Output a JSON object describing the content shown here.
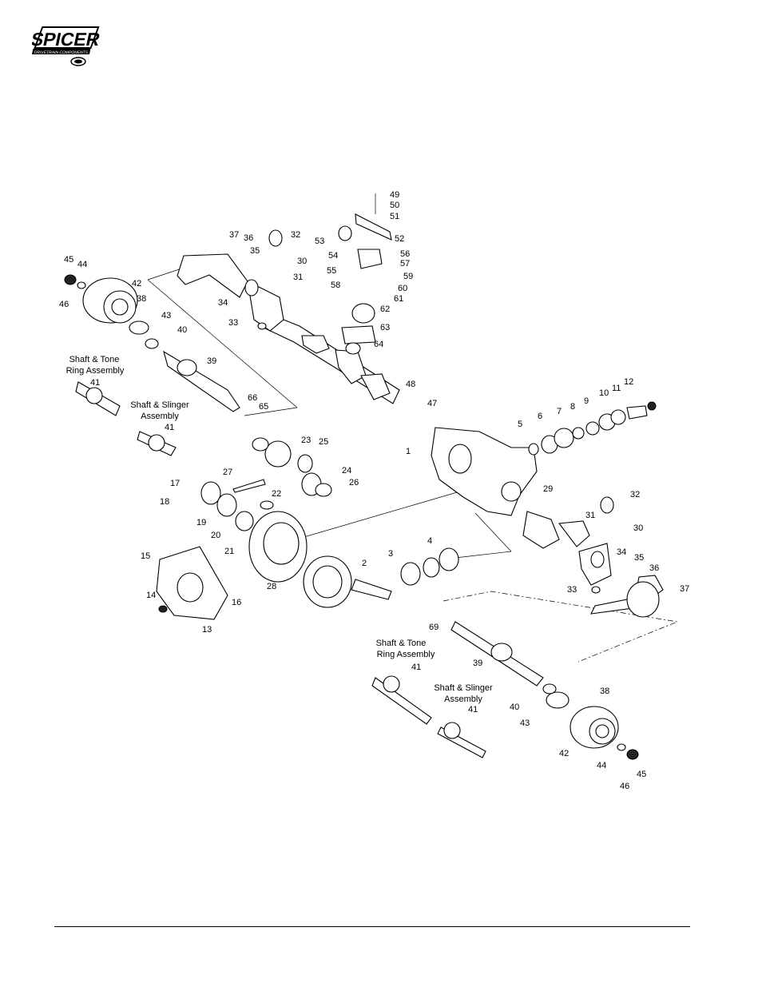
{
  "brand": {
    "name": "SPICER",
    "tagline": "DRIVETRAIN COMPONENTS",
    "lettering_is_logo": true
  },
  "diagram": {
    "callouts": [
      {
        "id": "c49",
        "text": "49"
      },
      {
        "id": "c50",
        "text": "50"
      },
      {
        "id": "c51",
        "text": "51"
      },
      {
        "id": "c52",
        "text": "52"
      },
      {
        "id": "c53",
        "text": "53"
      },
      {
        "id": "c54",
        "text": "54"
      },
      {
        "id": "c55",
        "text": "55"
      },
      {
        "id": "c56",
        "text": "56"
      },
      {
        "id": "c57",
        "text": "57"
      },
      {
        "id": "c58",
        "text": "58"
      },
      {
        "id": "c59",
        "text": "59"
      },
      {
        "id": "c60",
        "text": "60"
      },
      {
        "id": "c61",
        "text": "61"
      },
      {
        "id": "c62",
        "text": "62"
      },
      {
        "id": "c63",
        "text": "63"
      },
      {
        "id": "c64",
        "text": "64"
      },
      {
        "id": "c37a",
        "text": "37"
      },
      {
        "id": "c36a",
        "text": "36"
      },
      {
        "id": "c32a",
        "text": "32"
      },
      {
        "id": "c35a",
        "text": "35"
      },
      {
        "id": "c30a",
        "text": "30"
      },
      {
        "id": "c31a",
        "text": "31"
      },
      {
        "id": "c34a",
        "text": "34"
      },
      {
        "id": "c33a",
        "text": "33"
      },
      {
        "id": "c45a",
        "text": "45"
      },
      {
        "id": "c44a",
        "text": "44"
      },
      {
        "id": "c46a",
        "text": "46"
      },
      {
        "id": "c42a",
        "text": "42"
      },
      {
        "id": "c38a",
        "text": "38"
      },
      {
        "id": "c43a",
        "text": "43"
      },
      {
        "id": "c40a",
        "text": "40"
      },
      {
        "id": "c39a",
        "text": "39"
      },
      {
        "id": "c41a",
        "text": "41"
      },
      {
        "id": "c41b",
        "text": "41"
      },
      {
        "id": "c66",
        "text": "66"
      },
      {
        "id": "c65",
        "text": "65"
      },
      {
        "id": "c48",
        "text": "48"
      },
      {
        "id": "c47",
        "text": "47"
      },
      {
        "id": "c1",
        "text": "1"
      },
      {
        "id": "c12",
        "text": "12"
      },
      {
        "id": "c11",
        "text": "11"
      },
      {
        "id": "c10",
        "text": "10"
      },
      {
        "id": "c9",
        "text": "9"
      },
      {
        "id": "c8",
        "text": "8"
      },
      {
        "id": "c7",
        "text": "7"
      },
      {
        "id": "c6",
        "text": "6"
      },
      {
        "id": "c5",
        "text": "5"
      },
      {
        "id": "c23",
        "text": "23"
      },
      {
        "id": "c25",
        "text": "25"
      },
      {
        "id": "c24",
        "text": "24"
      },
      {
        "id": "c26",
        "text": "26"
      },
      {
        "id": "c27",
        "text": "27"
      },
      {
        "id": "c22",
        "text": "22"
      },
      {
        "id": "c17",
        "text": "17"
      },
      {
        "id": "c18",
        "text": "18"
      },
      {
        "id": "c19",
        "text": "19"
      },
      {
        "id": "c20",
        "text": "20"
      },
      {
        "id": "c21",
        "text": "21"
      },
      {
        "id": "c28",
        "text": "28"
      },
      {
        "id": "c2",
        "text": "2"
      },
      {
        "id": "c3",
        "text": "3"
      },
      {
        "id": "c4",
        "text": "4"
      },
      {
        "id": "c29",
        "text": "29"
      },
      {
        "id": "c32b",
        "text": "32"
      },
      {
        "id": "c31b",
        "text": "31"
      },
      {
        "id": "c30b",
        "text": "30"
      },
      {
        "id": "c34b",
        "text": "34"
      },
      {
        "id": "c35b",
        "text": "35"
      },
      {
        "id": "c36b",
        "text": "36"
      },
      {
        "id": "c37b",
        "text": "37"
      },
      {
        "id": "c33b",
        "text": "33"
      },
      {
        "id": "c15",
        "text": "15"
      },
      {
        "id": "c14",
        "text": "14"
      },
      {
        "id": "c16",
        "text": "16"
      },
      {
        "id": "c13",
        "text": "13"
      },
      {
        "id": "c69",
        "text": "69"
      },
      {
        "id": "c39b",
        "text": "39"
      },
      {
        "id": "c41c",
        "text": "41"
      },
      {
        "id": "c41d",
        "text": "41"
      },
      {
        "id": "c38b",
        "text": "38"
      },
      {
        "id": "c40b",
        "text": "40"
      },
      {
        "id": "c43b",
        "text": "43"
      },
      {
        "id": "c42b",
        "text": "42"
      },
      {
        "id": "c44b",
        "text": "44"
      },
      {
        "id": "c45b",
        "text": "45"
      },
      {
        "id": "c46b",
        "text": "46"
      }
    ],
    "captions": {
      "shaft_tone_1a": "Shaft & Tone",
      "shaft_tone_1b": "Ring Assembly",
      "shaft_slinger_1a": "Shaft & Slinger",
      "shaft_slinger_1b": "Assembly",
      "shaft_tone_2a": "Shaft & Tone",
      "shaft_tone_2b": "Ring Assembly",
      "shaft_slinger_2a": "Shaft & Slinger",
      "shaft_slinger_2b": "Assembly"
    }
  }
}
